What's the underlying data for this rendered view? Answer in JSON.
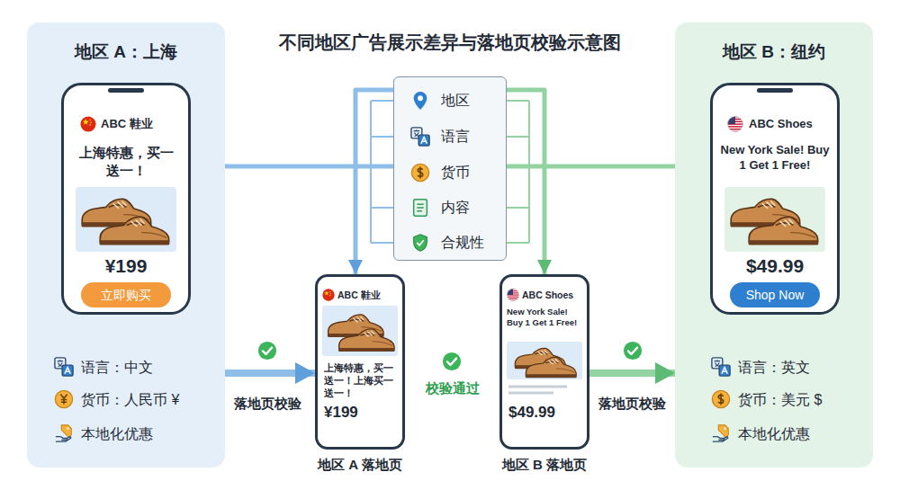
{
  "diagram": {
    "title": "不同地区广告展示差异与落地页校验示意图",
    "nodes": [
      {
        "text": [
          "地区 A：上海",
          "语言：中文",
          "货币：人民币 ¥",
          "本地化优惠"
        ]
      },
      {
        "text": [
          "ABC 鞋业",
          "上海特惠，买一送一！",
          "¥199"
        ],
        "in": 0
      },
      {
        "text": [
          "立即购买"
        ],
        "in": 1
      },
      {
        "text": [
          "地区",
          "语言",
          "货币",
          "内容",
          "合规性"
        ]
      },
      {
        "text": [
          "ABC 鞋业",
          "上海特惠，买一送一！上海买一送一！",
          "¥199",
          "地区 A 落地页"
        ]
      },
      {
        "text": [
          "ABC Shoes",
          "New York Sale! Buy 1 Get 1 Free!",
          "$49.99",
          "地区 B 落地页"
        ]
      },
      {
        "text": [
          "地区 B：纽约",
          "语言：英文",
          "货币：美元 $",
          "本地化优惠"
        ]
      },
      {
        "text": [
          "ABC Shoes",
          "New York Sale! Buy 1 Get 1 Free!",
          "$49.99"
        ],
        "in": 6
      },
      {
        "text": [
          "Shop Now"
        ],
        "in": 7
      }
    ],
    "edges": [
      {
        "from": 0,
        "to": 3,
        "arrow": "none"
      },
      {
        "from": 3,
        "to": 4,
        "arrow": "to"
      },
      {
        "from": 6,
        "to": 3,
        "arrow": "none"
      },
      {
        "from": 3,
        "to": 5,
        "arrow": "to"
      },
      {
        "from": 0,
        "to": 4,
        "label": "落地页校验",
        "arrow": "to"
      },
      {
        "from": 5,
        "to": 6,
        "label": "落地页校验",
        "arrow": "to"
      }
    ],
    "labels": [
      "校验通过"
    ]
  }
}
